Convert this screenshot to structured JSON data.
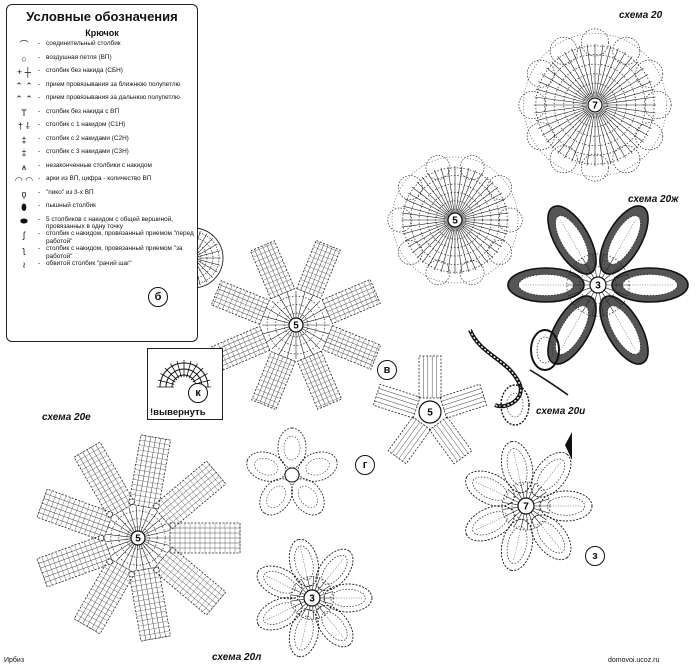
{
  "legend": {
    "title": "Условные обозначения",
    "subtitle": "Крючок",
    "items": [
      {
        "icon": "slip-stitch-icon",
        "glyph": "⌒",
        "text": "соединительный столбик"
      },
      {
        "icon": "chain-icon",
        "glyph": "○",
        "text": "воздушная петля (ВП)"
      },
      {
        "icon": "single-crochet-icon",
        "glyph": "+ ┼",
        "text": "столбик без накида (СБН)"
      },
      {
        "icon": "front-loop-icon",
        "glyph": "⌃ ⌃",
        "text": "прием провязывания за ближнюю полупетлю"
      },
      {
        "icon": "back-loop-icon",
        "glyph": "⌃ ⌃",
        "text": "прием провязывания за дальнюю полупетлю"
      },
      {
        "icon": "half-double-icon",
        "glyph": "T",
        "text": "столбик без накида с ВП"
      },
      {
        "icon": "double-crochet-icon",
        "glyph": "† ⸸",
        "text": "столбик с 1 накидом (С1Н)"
      },
      {
        "icon": "treble-crochet-icon",
        "glyph": "‡",
        "text": "столбик с 2 накидами (С2Н)"
      },
      {
        "icon": "double-treble-icon",
        "glyph": "‡",
        "text": "столбик с 3 накидами (С3Н)"
      },
      {
        "icon": "unfinished-stitches-icon",
        "glyph": "⩚",
        "text": "незаконченные столбики с накидом"
      },
      {
        "icon": "chain-arch-icon",
        "glyph": "◠ ◠",
        "text": "арки из ВП, цифра - количество ВП"
      },
      {
        "icon": "picot-icon",
        "glyph": "ϙ",
        "text": "\"пико\" из 3-х ВП"
      },
      {
        "icon": "puff-stitch-icon",
        "glyph": "⬮",
        "text": "пышный столбик"
      },
      {
        "icon": "cluster-icon",
        "glyph": "⬬",
        "text": "5 столбиков с накидом с общей вершиной, провязанных в одну точку"
      },
      {
        "icon": "front-post-icon",
        "glyph": "ʃ",
        "text": "столбик с накидом, провязанный приемом \"перед работой\""
      },
      {
        "icon": "back-post-icon",
        "glyph": "ʅ",
        "text": "столбик с накидом, провязанный приемом \"за работой\""
      },
      {
        "icon": "reverse-sc-icon",
        "glyph": "≀",
        "text": "обвитой столбик \"рачий шаг\""
      }
    ]
  },
  "labels": {
    "schema_20": "схема 20",
    "schema_20zh": "схема 20ж",
    "schema_20e": "схема 20е",
    "schema_20i": "схема 20и",
    "schema_20l": "схема 20л",
    "letter_b": "б",
    "letter_v": "в",
    "letter_g": "г",
    "letter_k": "к",
    "letter_z": "з",
    "vyvernut": "!вывернуть"
  },
  "footer": {
    "left": "Ирбиз",
    "right": "domovoi.ucoz.ru"
  },
  "center_numbers": [
    "7",
    "5",
    "5",
    "5",
    "3",
    "3",
    "7"
  ]
}
